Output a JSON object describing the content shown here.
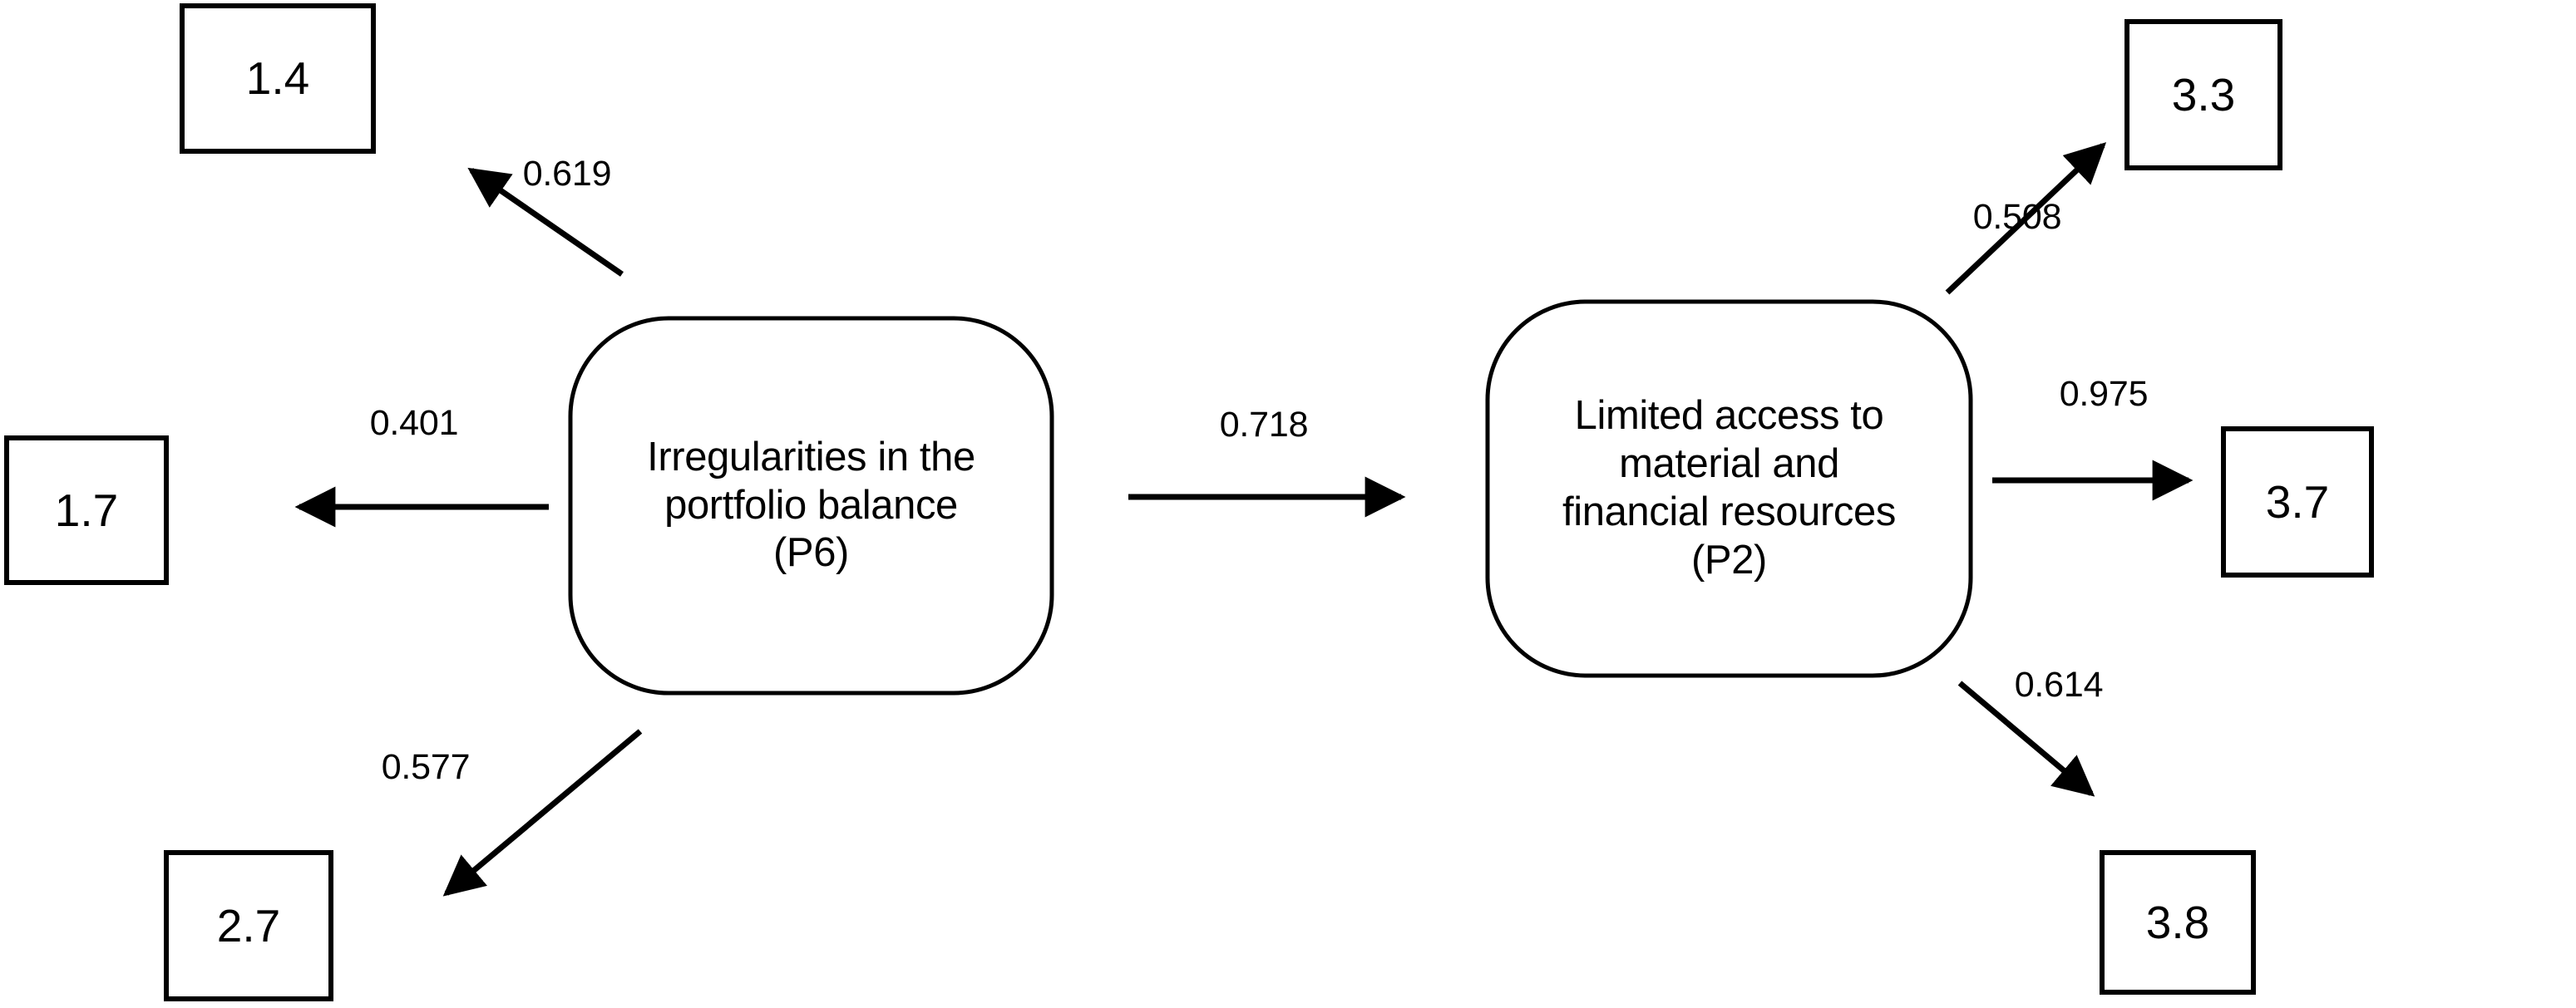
{
  "diagram": {
    "type": "path-diagram",
    "title": "",
    "background_color": "#ffffff",
    "stroke_color": "#000000",
    "text_color": "#000000",
    "nodes": [
      {
        "id": "P6",
        "shape": "rounded-rectangle",
        "label": "Irregularities in the\nportfolio balance\n(P6)"
      },
      {
        "id": "P2",
        "shape": "rounded-rectangle",
        "label": "Limited access to\nmaterial and\nfinancial resources\n(P2)"
      }
    ],
    "indicators": [
      {
        "id": "i14",
        "shape": "rectangle",
        "label": "1.4"
      },
      {
        "id": "i17",
        "shape": "rectangle",
        "label": "1.7"
      },
      {
        "id": "i27",
        "shape": "rectangle",
        "label": "2.7"
      },
      {
        "id": "i33",
        "shape": "rectangle",
        "label": "3.3"
      },
      {
        "id": "i37",
        "shape": "rectangle",
        "label": "3.7"
      },
      {
        "id": "i38",
        "shape": "rectangle",
        "label": "3.8"
      }
    ],
    "edges": [
      {
        "from": "P6",
        "to": "i14",
        "weight": "0.619",
        "direction": "up-left"
      },
      {
        "from": "P6",
        "to": "i17",
        "weight": "0.401",
        "direction": "left"
      },
      {
        "from": "P6",
        "to": "i27",
        "weight": "0.577",
        "direction": "down-left"
      },
      {
        "from": "P6",
        "to": "P2",
        "weight": "0.718",
        "direction": "right"
      },
      {
        "from": "P2",
        "to": "i33",
        "weight": "0.508",
        "direction": "up-right"
      },
      {
        "from": "P2",
        "to": "i37",
        "weight": "0.975",
        "direction": "right"
      },
      {
        "from": "P2",
        "to": "i38",
        "weight": "0.614",
        "direction": "down-right"
      }
    ]
  },
  "chart_data": {
    "type": "diagram",
    "title": "",
    "nodes": [
      "Irregularities in the portfolio balance (P6)",
      "Limited access to material and financial resources (P2)"
    ],
    "indicators": [
      "1.4",
      "1.7",
      "2.7",
      "3.3",
      "3.7",
      "3.8"
    ],
    "edges": [
      {
        "source": "P6",
        "target": "1.4",
        "value": 0.619
      },
      {
        "source": "P6",
        "target": "1.7",
        "value": 0.401
      },
      {
        "source": "P6",
        "target": "2.7",
        "value": 0.577
      },
      {
        "source": "P6",
        "target": "P2",
        "value": 0.718
      },
      {
        "source": "P2",
        "target": "3.3",
        "value": 0.508
      },
      {
        "source": "P2",
        "target": "3.7",
        "value": 0.975
      },
      {
        "source": "P2",
        "target": "3.8",
        "value": 0.614
      }
    ]
  }
}
